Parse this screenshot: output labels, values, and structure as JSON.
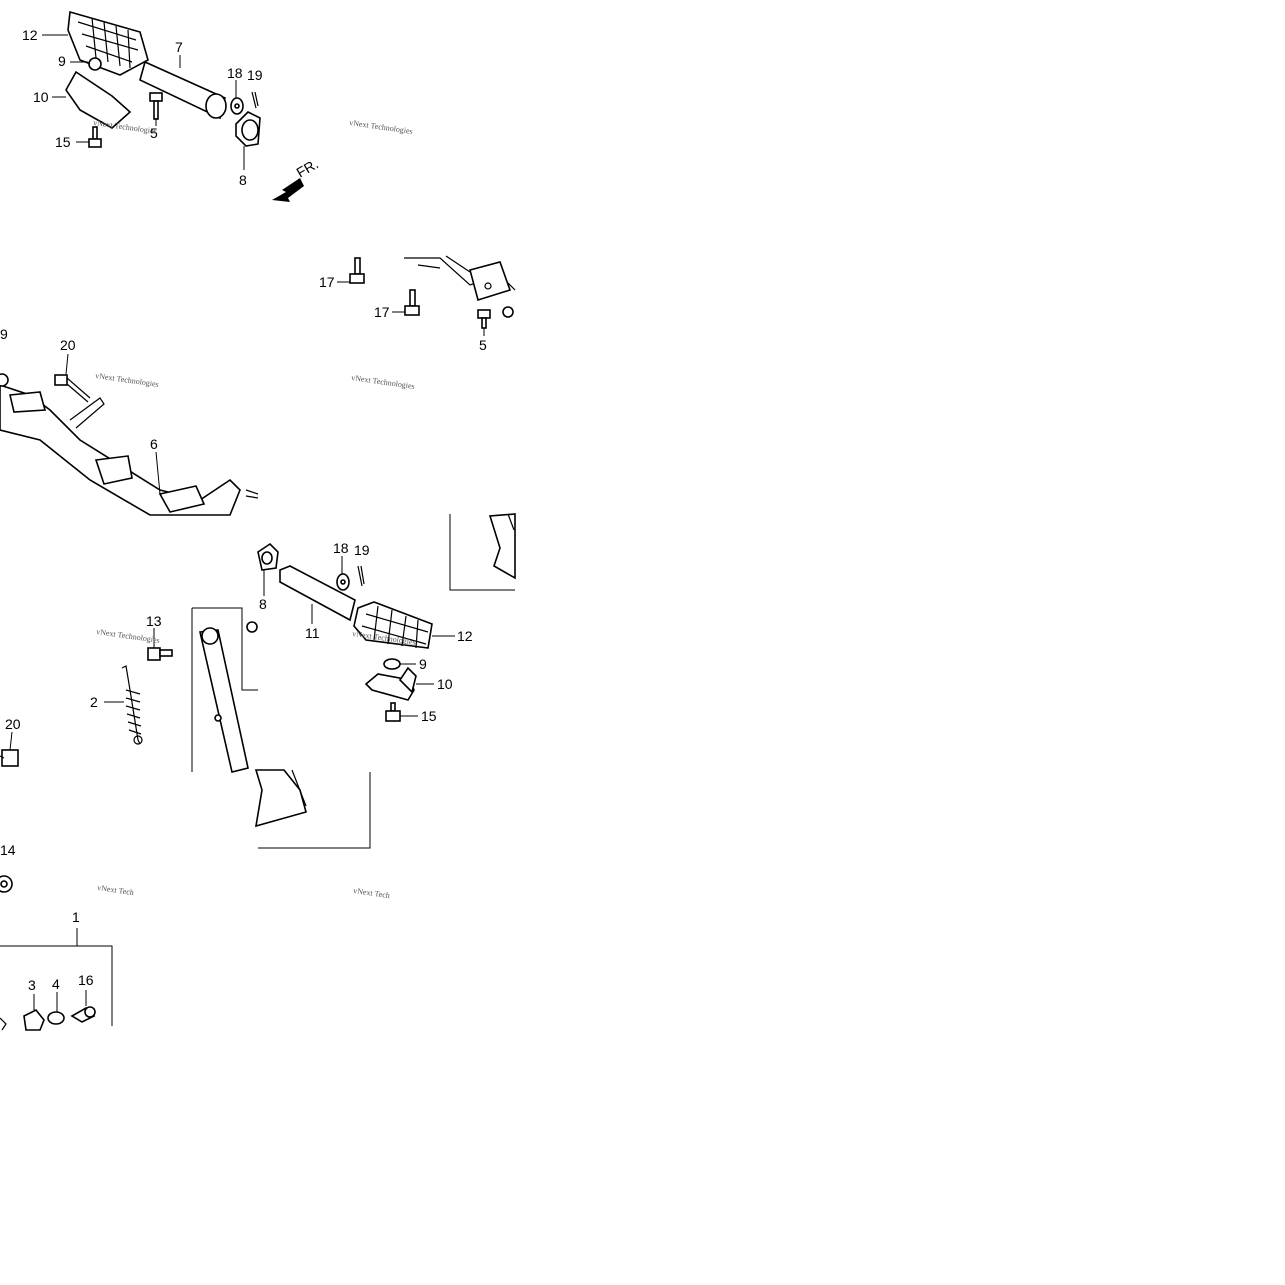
{
  "diagram": {
    "callouts": [
      "12",
      "9",
      "10",
      "15",
      "5",
      "7",
      "18",
      "19",
      "8",
      "17",
      "17",
      "5",
      "9",
      "20",
      "6",
      "18",
      "19",
      "8",
      "11",
      "12",
      "9",
      "10",
      "15",
      "13",
      "2",
      "20",
      "14",
      "1",
      "3",
      "4",
      "16"
    ],
    "direction_label": "FR.",
    "watermark": "vNext Technologies",
    "watermark_short": "vNext Tech"
  }
}
